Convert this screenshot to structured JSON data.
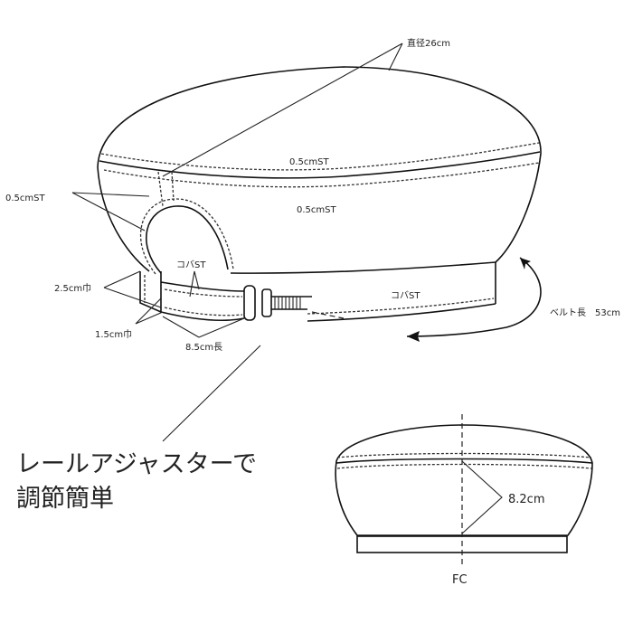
{
  "labels": {
    "diameter": "直径26cm",
    "stitch_crown": "0.5cmST",
    "stitch_side": "0.5cmST",
    "stitch_left": "0.5cmST",
    "edge_stitch_loop": "コバST",
    "edge_stitch_band": "コバST",
    "width_25": "2.5cm巾",
    "width_15": "1.5cm巾",
    "length_85": "8.5cm長",
    "belt_length": "ベルト長　53cm",
    "height": "8.2cm",
    "front_center": "FC"
  },
  "caption": {
    "line1": "レールアジャスターで",
    "line2": "調節簡単"
  }
}
